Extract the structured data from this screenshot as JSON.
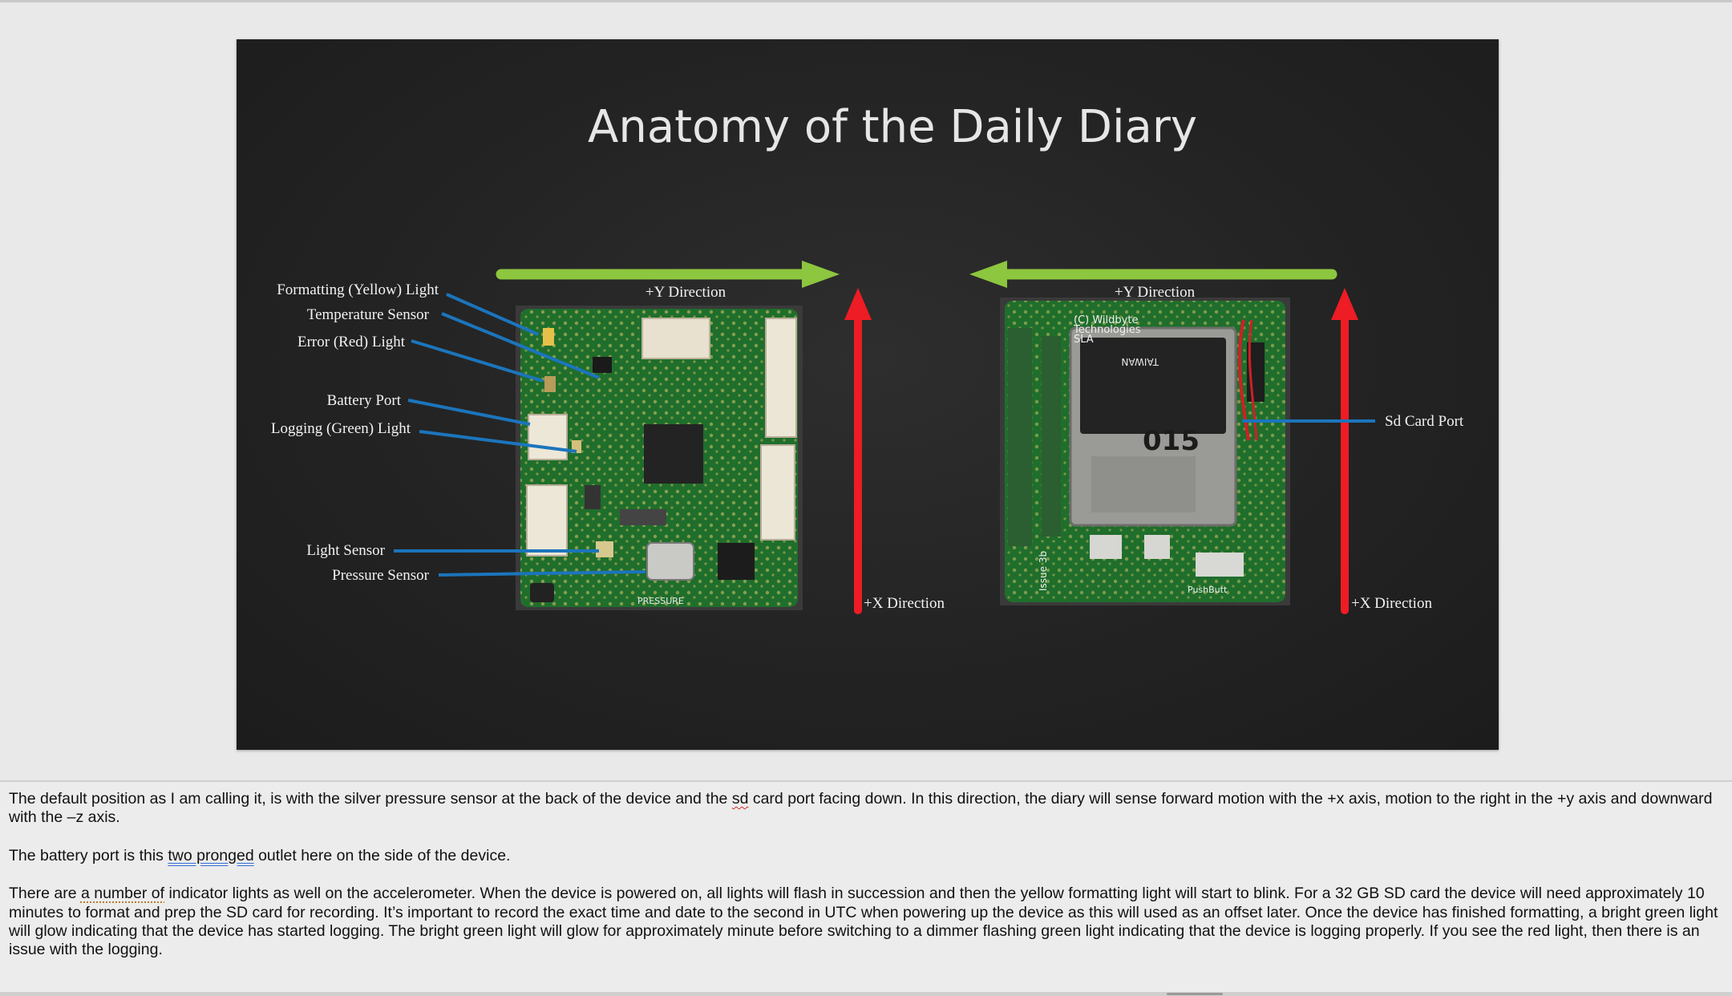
{
  "slide": {
    "title": "Anatomy of the Daily Diary",
    "left_board_labels": {
      "formatting_light": "Formatting (Yellow) Light",
      "temperature_sensor": "Temperature Sensor",
      "error_light": "Error (Red) Light",
      "battery_port": "Battery Port",
      "logging_light": "Logging (Green) Light",
      "light_sensor": "Light Sensor",
      "pressure_sensor": "Pressure Sensor"
    },
    "right_board_labels": {
      "sd_card_port": "Sd Card Port"
    },
    "direction_labels": {
      "left_y": "+Y Direction",
      "left_x": "+X Direction",
      "right_y": "+Y Direction",
      "right_x": "+X Direction"
    },
    "board_markings": {
      "pressure": "PRESSURE",
      "vendor_line1": "(C) Wildbyte",
      "vendor_line2": "Technologies",
      "sla": "SLA",
      "issue": "Issue 3b",
      "card_brand": "TAIWAN",
      "card_number": "015",
      "push_button": "PushButt"
    },
    "colors": {
      "green_arrow": "#8dc63f",
      "red_arrow": "#ee1c24",
      "leader_line": "#1b75bc",
      "pcb": "#1f6e2c",
      "slide_bg": "#252525",
      "label_text": "#f2f2f2"
    }
  },
  "notes": {
    "p1_before": "The default position as I am calling it, is with the silver pressure sensor at the back of the device and the ",
    "p1_spell": "sd",
    "p1_after": " card port facing down. In this direction, the diary will sense forward motion with the +x axis, motion to the right in the +y axis and downward with the –z axis.",
    "p2_before": "The battery port is this ",
    "p2_flag": "two pronged",
    "p2_after": " outlet here on the side of the device.",
    "p3_before": "There are ",
    "p3_flag": "a number of",
    "p3_after": " indicator lights as well on the accelerometer. When the device is powered on, all lights will flash in succession and then the yellow formatting light will start to blink. For a 32 GB SD card the device will need approximately 10 minutes to format and prep the SD card for recording. It’s important to record the exact time and date to the second in UTC when powering up the device as this will used as an offset later. Once the device has finished formatting, a bright green light will glow indicating that the device has started logging. The bright green light will glow for approximately minute before switching to a dimmer flashing green light indicating that the device is logging properly. If you see the red light, then there is an issue with the logging."
  }
}
